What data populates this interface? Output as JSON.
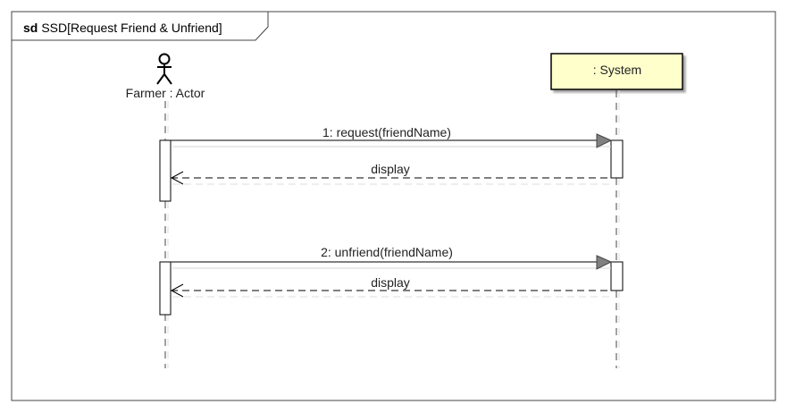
{
  "frame": {
    "keyword": "sd",
    "name": "SSD[Request Friend & Unfriend]"
  },
  "lifelines": {
    "actor": {
      "label": "Farmer : Actor",
      "icon": "stick-figure-icon"
    },
    "system": {
      "label": ": System",
      "fill": "#ffffcc"
    }
  },
  "messages": [
    {
      "id": "m1",
      "kind": "sync",
      "label": "1: request(friendName)"
    },
    {
      "id": "r1",
      "kind": "return",
      "label": "display"
    },
    {
      "id": "m2",
      "kind": "sync",
      "label": "2: unfriend(friendName)"
    },
    {
      "id": "r2",
      "kind": "return",
      "label": "display"
    }
  ]
}
